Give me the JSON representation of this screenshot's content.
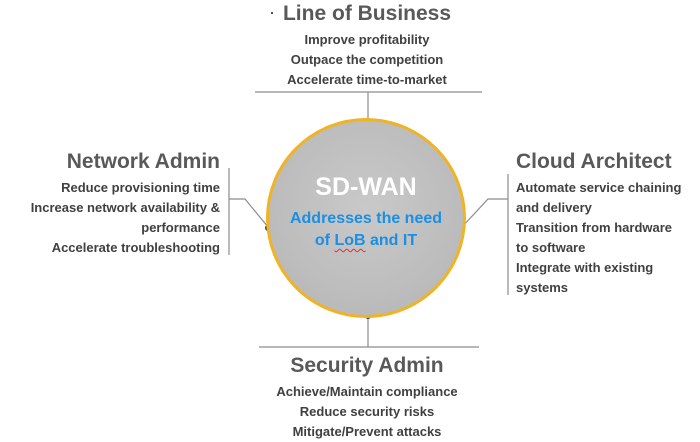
{
  "center": {
    "title": "SD-WAN",
    "subtitle_line1": "Addresses the need",
    "subtitle_prefix": "of ",
    "subtitle_highlight": "LoB",
    "subtitle_suffix": " and IT"
  },
  "line_of_business": {
    "title": "Line of Business",
    "items": [
      "Improve profitability",
      "Outpace the competition",
      "Accelerate time-to-market"
    ]
  },
  "network_admin": {
    "title": "Network Admin",
    "items": [
      "Reduce provisioning time",
      "Increase network availability &",
      "performance",
      "Accelerate troubleshooting"
    ]
  },
  "cloud_architect": {
    "title": "Cloud Architect",
    "items": [
      "Automate service chaining",
      "and delivery",
      "Transition from hardware",
      "to software",
      "Integrate with existing",
      "systems"
    ]
  },
  "security_admin": {
    "title": "Security Admin",
    "items": [
      "Achieve/Maintain compliance",
      "Reduce security risks",
      "Mitigate/Prevent attacks"
    ]
  },
  "colors": {
    "circle_border": "#f0b323",
    "circle_fill": "#bdbdbd",
    "subtitle_text": "#1a8fe3",
    "heading_text": "#595959",
    "connector": "#8c8c8c"
  }
}
